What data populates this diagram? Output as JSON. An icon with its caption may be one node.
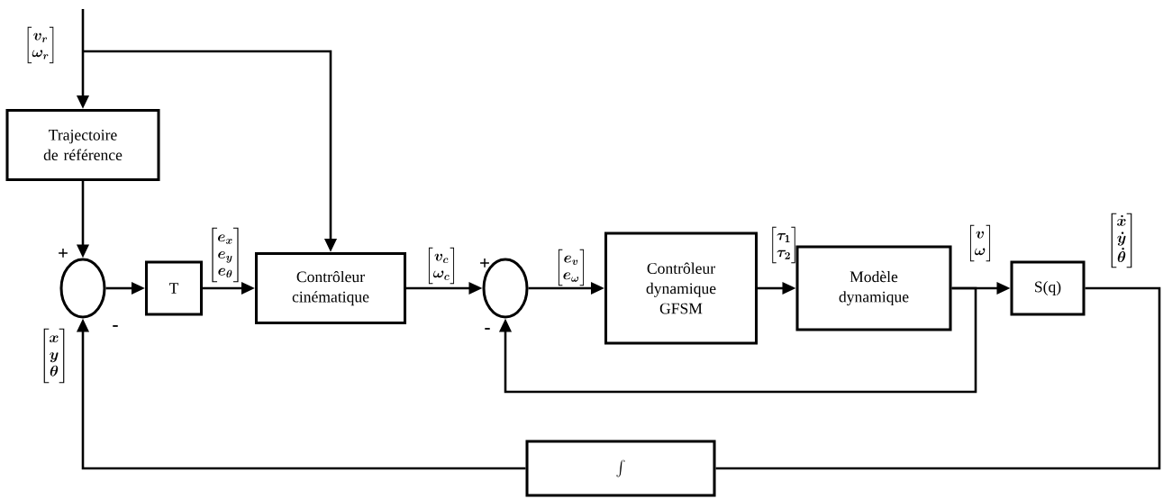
{
  "diagram": {
    "nodes": [
      {
        "text": [
          "Trajectoire de référence"
        ]
      },
      {
        "text": [],
        "shape": "circle"
      },
      {
        "text": [
          "T"
        ]
      },
      {
        "text": [
          "Contrôleur cinématique"
        ]
      },
      {
        "text": [],
        "shape": "circle"
      },
      {
        "text": [
          "Contrôleur dynamique GFSM"
        ]
      },
      {
        "text": [
          "Modèle dynamique"
        ]
      },
      {
        "text": [
          "S(q)"
        ]
      },
      {
        "text": [
          "\\int"
        ]
      }
    ],
    "edges": [
      {
        "from": null,
        "to": 0,
        "arrow": "to",
        "label": "\\begin{bmatrix}\\boldsymbol{v_r}\\\\ \\boldsymbol{\\omega_r}\\end{bmatrix}"
      },
      {
        "from": null,
        "to": 3,
        "arrow": "to"
      },
      {
        "from": 0,
        "to": 1,
        "arrow": "to"
      },
      {
        "from": 1,
        "to": 2,
        "arrow": "to"
      },
      {
        "from": 2,
        "to": 3,
        "arrow": "to",
        "label": "\\begin{bmatrix}\\boldsymbol{e_x}\\\\ \\boldsymbol{e_y}\\\\ \\boldsymbol{e_\\theta}\\end{bmatrix}"
      },
      {
        "from": 3,
        "to": 4,
        "arrow": "to",
        "label": "\\begin{bmatrix}\\boldsymbol{v_c}\\\\ \\boldsymbol{\\omega_c}\\end{bmatrix}"
      },
      {
        "from": 4,
        "to": 5,
        "arrow": "to",
        "label": "\\begin{bmatrix}\\boldsymbol{e_v}\\\\ \\boldsymbol{e_\\omega}\\end{bmatrix}"
      },
      {
        "from": 5,
        "to": 6,
        "arrow": "to",
        "label": "\\begin{bmatrix}\\boldsymbol{\\tau_1}\\\\ \\boldsymbol{\\tau_2}\\end{bmatrix}"
      },
      {
        "from": 6,
        "to": 7,
        "arrow": "to",
        "label": "\\begin{bmatrix}\\boldsymbol{v}\\\\ \\boldsymbol{\\omega}\\end{bmatrix}"
      },
      {
        "from": 6,
        "to": 4,
        "arrow": "to"
      },
      {
        "from": 7,
        "to": 8,
        "arrow": "none",
        "label": "\\begin{bmatrix}\\boldsymbol{\\dot{x}}\\\\ \\boldsymbol{\\dot{y}}\\\\ \\boldsymbol{\\dot{\\theta}}\\end{bmatrix}"
      },
      {
        "from": 8,
        "to": 1,
        "arrow": "to",
        "label": "\\begin{bmatrix}\\boldsymbol{x}\\\\ \\boldsymbol{y}\\\\ \\boldsymbol{\\theta}\\end{bmatrix}"
      }
    ],
    "labels": [
      "+",
      "-",
      "+",
      "-"
    ]
  }
}
